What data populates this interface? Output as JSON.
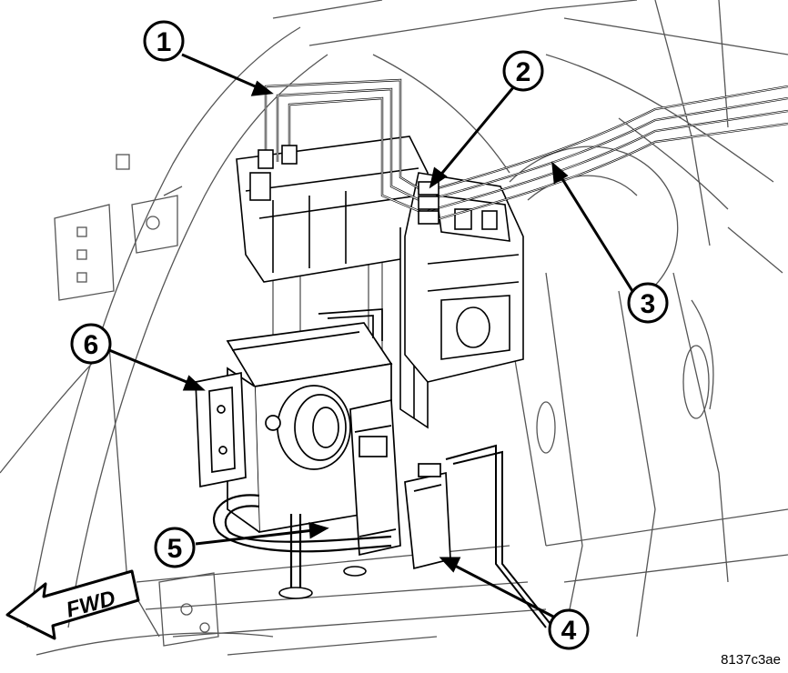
{
  "callouts": [
    {
      "label": "1"
    },
    {
      "label": "2"
    },
    {
      "label": "3"
    },
    {
      "label": "4"
    },
    {
      "label": "5"
    },
    {
      "label": "6"
    }
  ],
  "direction_arrow": {
    "label": "FWD"
  },
  "figure_code": "8137c3ae",
  "colors": {
    "ink": "#000000",
    "paper": "#ffffff",
    "light_ink": "#555555"
  }
}
